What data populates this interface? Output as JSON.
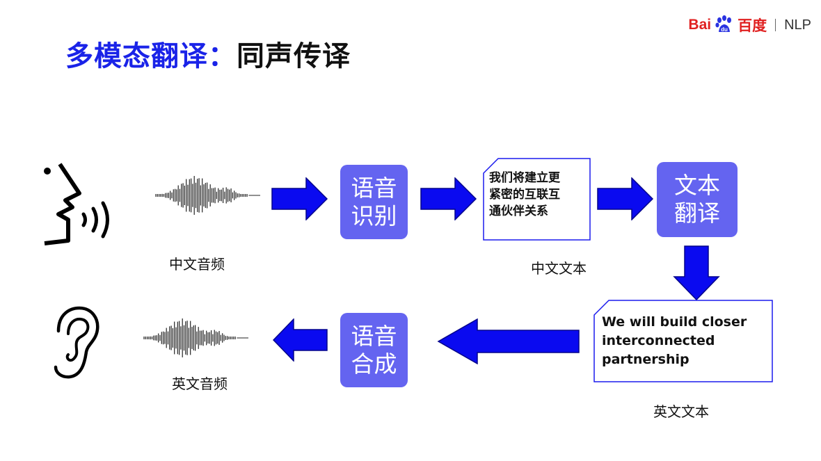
{
  "slide": {
    "title_highlight": "多模态翻译：",
    "title_rest": "同声传译"
  },
  "logo": {
    "brand_left": "Bai",
    "brand_right": "百度",
    "product": "NLP"
  },
  "colors": {
    "title_accent": "#1a23e8",
    "arrow_fill": "#0a0af0",
    "box_fill": "#6464f0",
    "logo_red": "#e02020"
  },
  "icons": [
    "speaking-head-icon",
    "waveform-icon",
    "ear-icon",
    "baidu-paw-icon"
  ],
  "nodes": {
    "chinese_audio_caption": "中文音频",
    "asr_box": "语音\n识别",
    "chinese_text_doc": "我们将建立更\n紧密的互联互\n通伙伴关系",
    "chinese_text_caption": "中文文本",
    "mt_box": "文本\n翻译",
    "english_text_doc": "We will build closer\ninterconnected\npartnership",
    "english_text_caption": "英文文本",
    "tts_box": "语音\n合成",
    "english_audio_caption": "英文音频"
  }
}
